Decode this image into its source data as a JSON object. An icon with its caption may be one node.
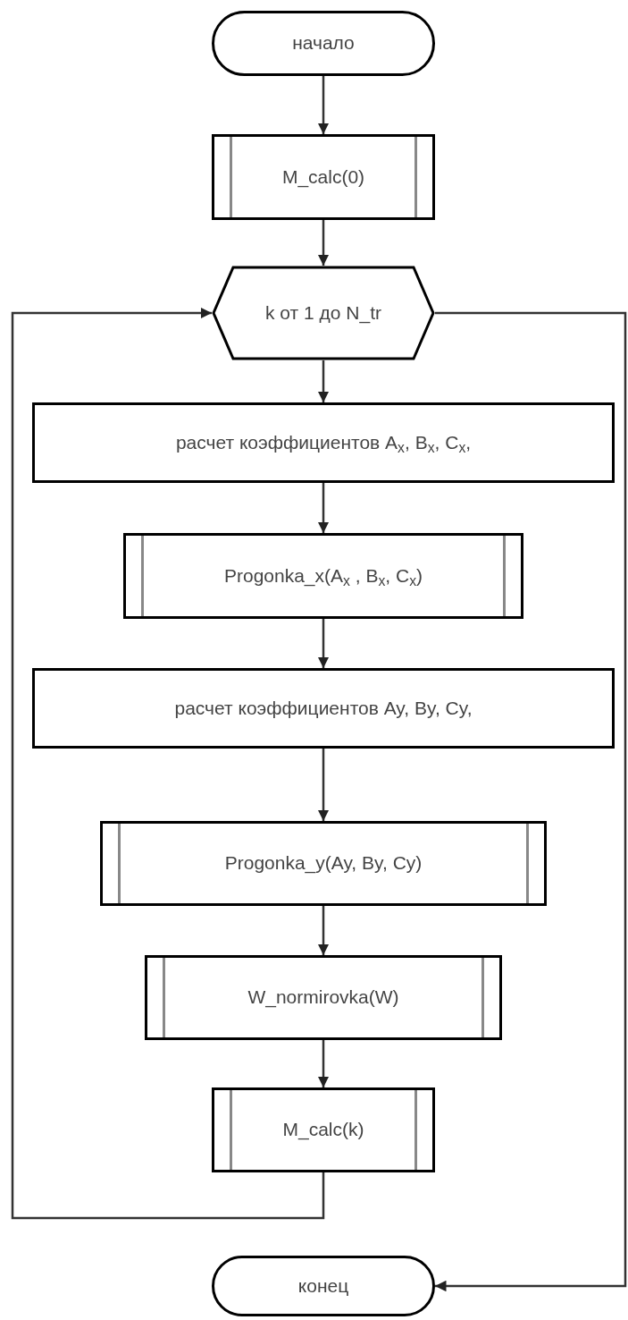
{
  "diagram": {
    "nodes": [
      {
        "text": [
          "начало"
        ]
      },
      {
        "text": [
          "M_calc(0)"
        ]
      },
      {
        "text": [
          "k от 1 до N_tr"
        ]
      },
      {
        "text": [
          "расчет коэффициентов A$_{x}$, B$_{x}$, C$_{x}$,"
        ]
      },
      {
        "text": [
          "Progonka_x(A$_{x}$ , B$_{x}$, C$_{x}$)"
        ]
      },
      {
        "text": [
          "расчет коэффициентов Ay, By, Cy,"
        ]
      },
      {
        "text": [
          "Progonka_y(Ay, By, Cy)"
        ]
      },
      {
        "text": [
          "W_normirovka(W)"
        ]
      },
      {
        "text": [
          "M_calc(k)"
        ]
      },
      {
        "text": [
          "конец"
        ]
      }
    ],
    "edges": [
      {
        "from": 0,
        "to": 1,
        "arrow": "to"
      },
      {
        "from": 1,
        "to": 2,
        "arrow": "to"
      },
      {
        "from": 2,
        "to": 3,
        "arrow": "to"
      },
      {
        "from": 3,
        "to": 4,
        "arrow": "to"
      },
      {
        "from": 4,
        "to": 5,
        "arrow": "to"
      },
      {
        "from": 5,
        "to": 6,
        "arrow": "to"
      },
      {
        "from": 6,
        "to": 7,
        "arrow": "to"
      },
      {
        "from": 7,
        "to": 8,
        "arrow": "to"
      },
      {
        "from": 8,
        "to": 2,
        "arrow": "to"
      },
      {
        "from": 2,
        "to": 9,
        "arrow": "to"
      }
    ]
  }
}
